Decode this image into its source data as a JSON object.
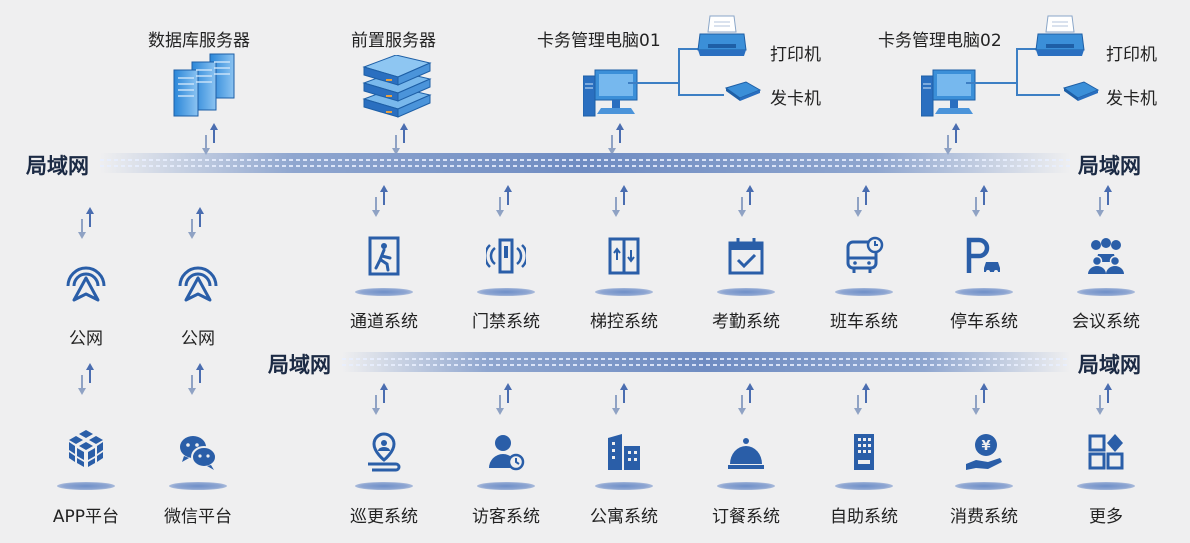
{
  "lan_label": "局域网",
  "devices": {
    "db_server": "数据库服务器",
    "front_server": "前置服务器",
    "pc01": "卡务管理电脑01",
    "pc02": "卡务管理电脑02",
    "printer": "打印机",
    "card_issuer": "发卡机"
  },
  "public_net": "公网",
  "platforms": [
    "APP平台",
    "微信平台"
  ],
  "row1_systems": [
    "通道系统",
    "门禁系统",
    "梯控系统",
    "考勤系统",
    "班车系统",
    "停车系统",
    "会议系统"
  ],
  "row2_systems": [
    "巡更系统",
    "访客系统",
    "公寓系统",
    "订餐系统",
    "自助系统",
    "消费系统",
    "更多"
  ],
  "colors": {
    "accent": "#2c5fa8",
    "icon_blue": "#2a5ea8",
    "device_blue": "#2f83cf",
    "lan_text": "#1b2a44",
    "background": "#efeff0"
  }
}
